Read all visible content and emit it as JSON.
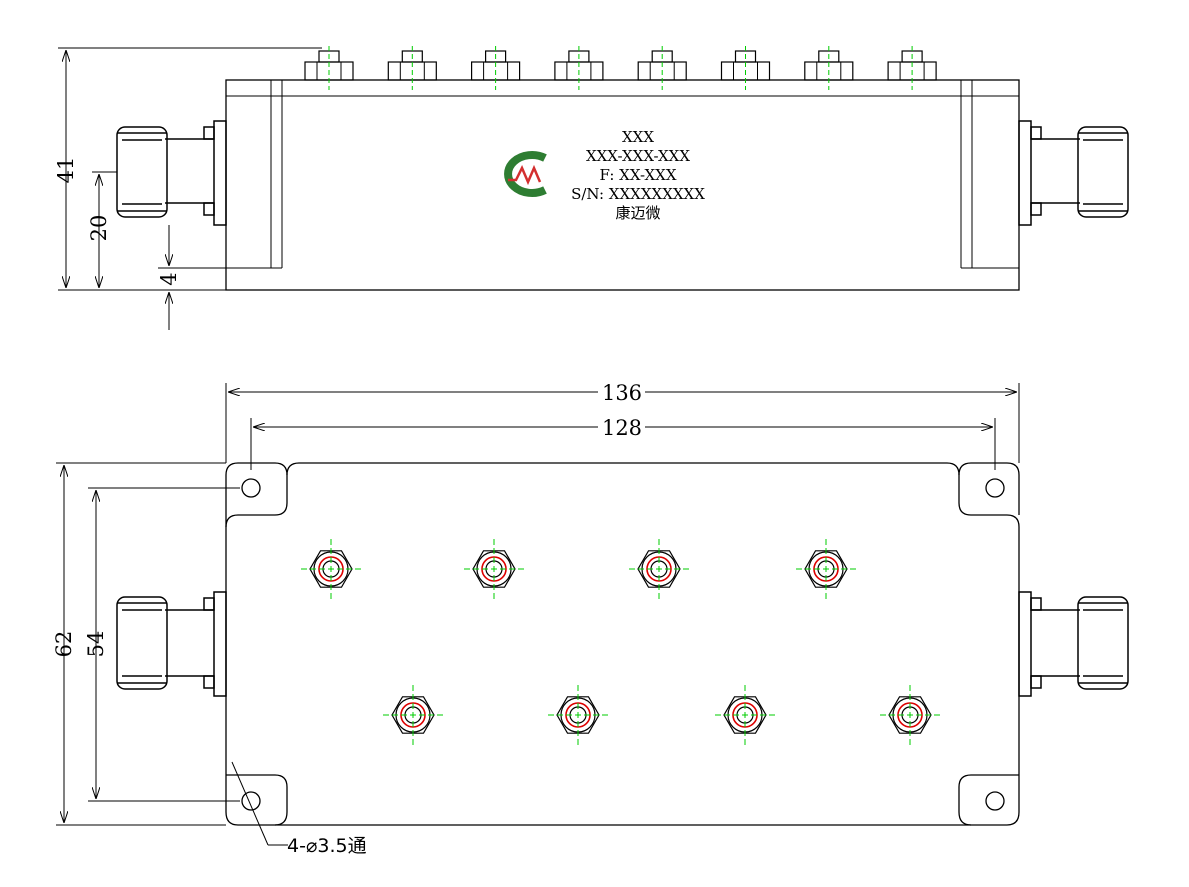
{
  "side_view": {
    "dims": {
      "height_total": "41",
      "connector_height": "20",
      "base_offset": "4"
    },
    "label": {
      "line1": "XXX",
      "line2": "XXX-XXX-XXX",
      "line3": "F: XX-XXX",
      "line4": "S/N: XXXXXXXXX",
      "line5": "康迈微"
    },
    "tuning_screw_count": 8
  },
  "bottom_view": {
    "dims": {
      "overall_length": "136",
      "hole_pitch_length": "128",
      "overall_width": "62",
      "hole_pitch_width": "54"
    },
    "hole_note": "4-⌀3.5通",
    "tuner_count": 8
  },
  "colors": {
    "line": "#000000",
    "centerline": "#00cc00",
    "tuner_ring": "#dd0000",
    "logo_green": "#2e7d32",
    "logo_red": "#d32f2f"
  }
}
